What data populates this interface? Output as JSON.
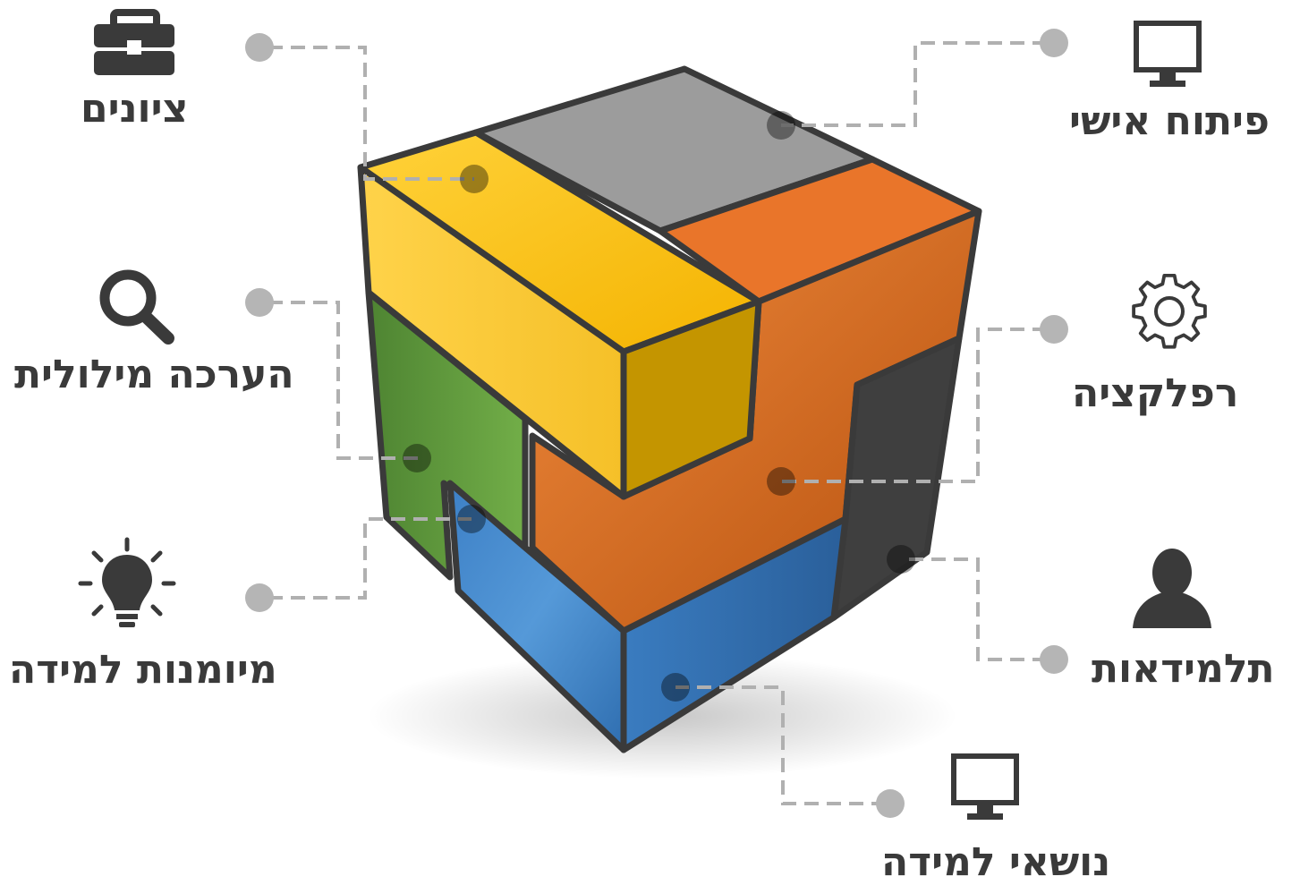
{
  "labels": {
    "grades": "ציונים",
    "verbal_assessment": "הערכה מילולית",
    "learning_skills": "מיומנות למידה",
    "personal_development": "פיתוח אישי",
    "reflection": "רפלקציה",
    "students": "תלמידאות",
    "learning_topics": "נושאי למידה"
  },
  "icons": {
    "grades": "briefcase-icon",
    "verbal_assessment": "search-icon",
    "learning_skills": "lightbulb-icon",
    "personal_development": "monitor-icon",
    "reflection": "gear-icon",
    "students": "user-icon",
    "learning_topics": "monitor-icon"
  },
  "colors": {
    "yellow": "#F6B800",
    "gray": "#9B9B9B",
    "orange": "#E8701E",
    "green": "#5E9A3C",
    "blue": "#3579BD",
    "dark": "#3D3D3D",
    "text": "#3A3A3A",
    "connector": "#B0B0B0"
  }
}
